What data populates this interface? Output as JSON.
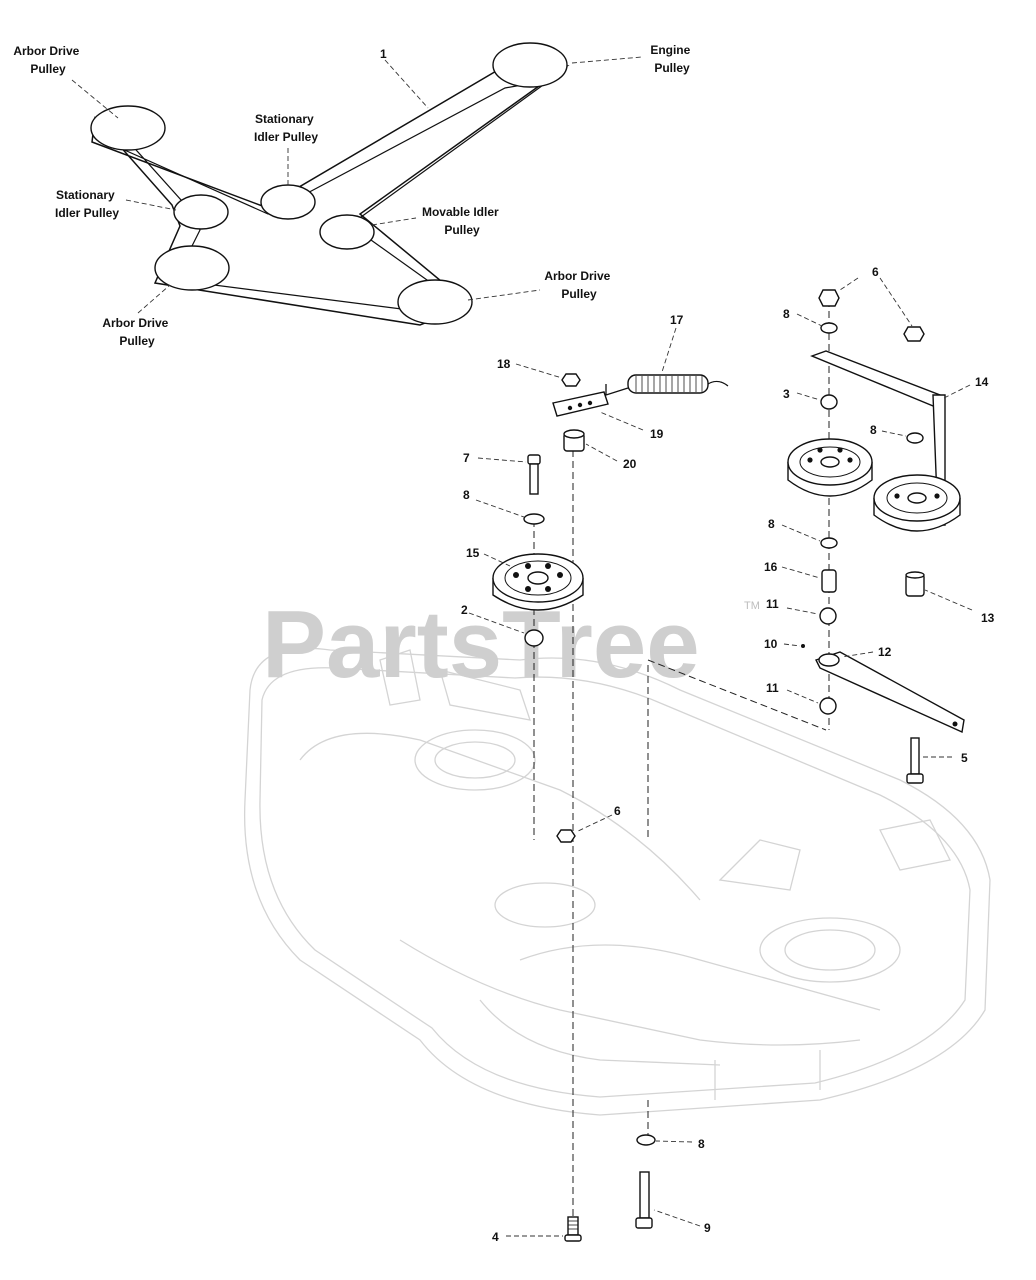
{
  "watermark": {
    "text": "PartsTree",
    "trademark": "TM"
  },
  "belt_callout": "1",
  "belt_labels": [
    {
      "id": "arbor-top",
      "lines": [
        "Arbor Drive",
        "Pulley"
      ]
    },
    {
      "id": "stationary-center",
      "lines": [
        "Stationary",
        "Idler Pulley"
      ]
    },
    {
      "id": "engine",
      "lines": [
        "Engine",
        "Pulley"
      ]
    },
    {
      "id": "stationary-left",
      "lines": [
        "Stationary",
        "Idler Pulley"
      ]
    },
    {
      "id": "movable",
      "lines": [
        "Movable Idler",
        "Pulley"
      ]
    },
    {
      "id": "arbor-right",
      "lines": [
        "Arbor Drive",
        "Pulley"
      ]
    },
    {
      "id": "arbor-bottom",
      "lines": [
        "Arbor Drive",
        "Pulley"
      ]
    }
  ],
  "callouts": {
    "c6a": "6",
    "c8a": "8",
    "c14": "14",
    "c3": "3",
    "c8b": "8",
    "c8c": "8",
    "c16": "16",
    "c11a": "11",
    "c13": "13",
    "c10": "10",
    "c12": "12",
    "c11b": "11",
    "c5": "5",
    "c17": "17",
    "c18": "18",
    "c19": "19",
    "c20": "20",
    "c7": "7",
    "c8d": "8",
    "c15": "15",
    "c2": "2",
    "c6b": "6",
    "c8e": "8",
    "c9": "9",
    "c4": "4"
  }
}
